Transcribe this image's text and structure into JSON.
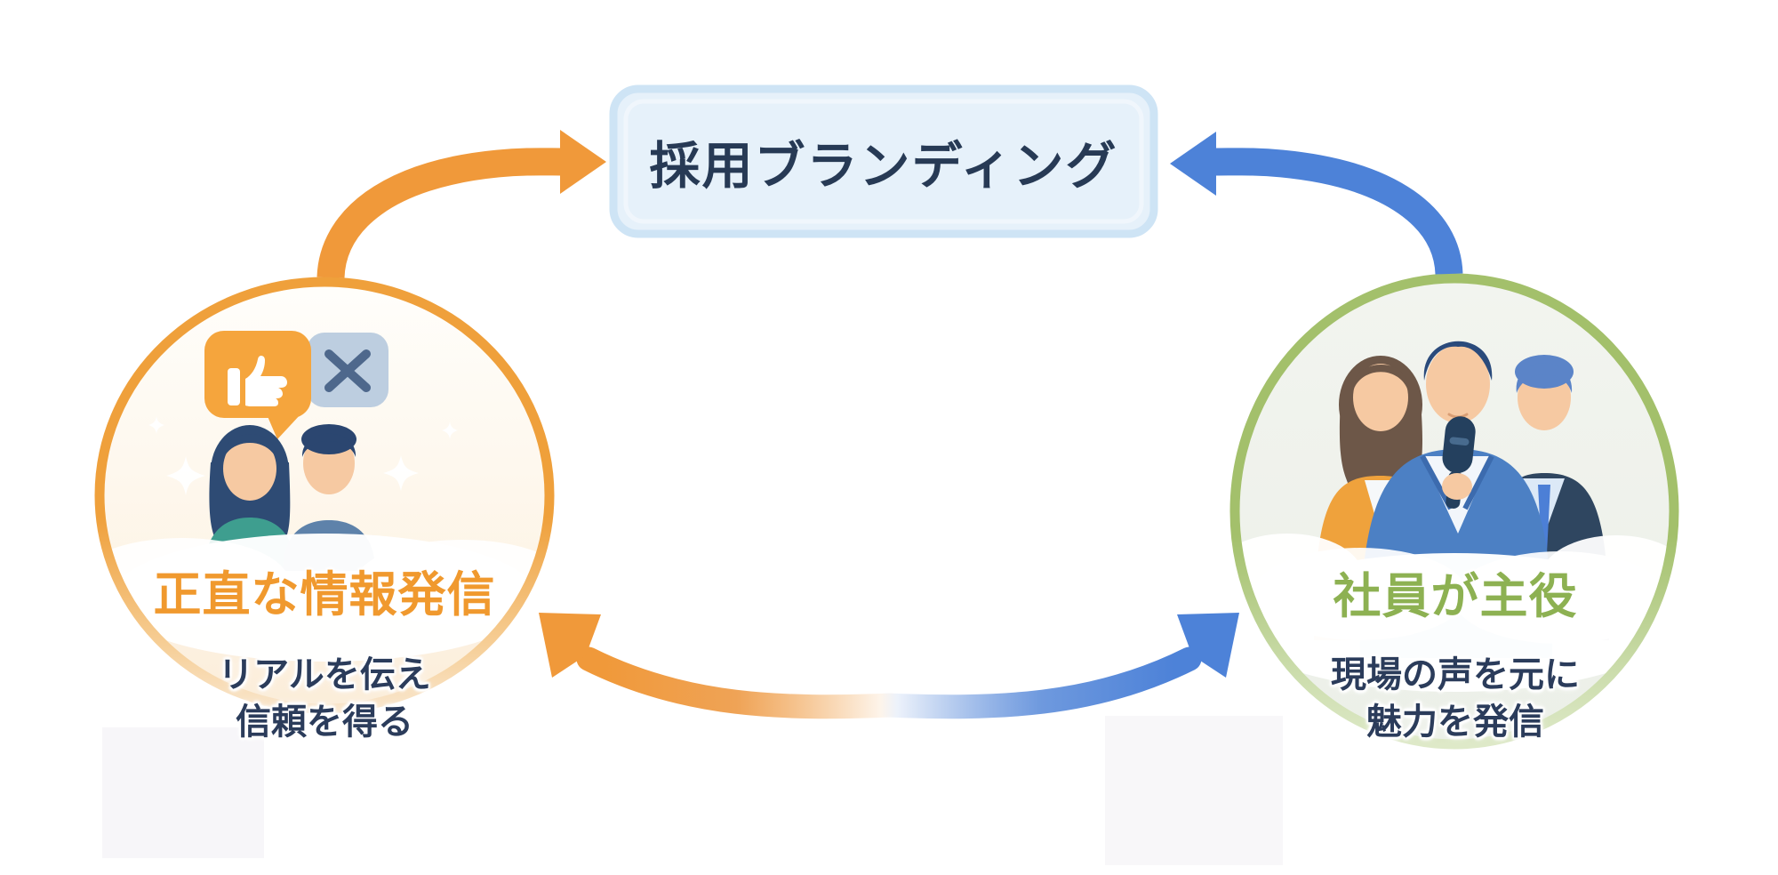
{
  "diagram": {
    "title_box": {
      "label": "採用ブランディング"
    },
    "left_node": {
      "title": "正直な情報発信",
      "subtitle_line1": "リアルを伝え",
      "subtitle_line2": "信頼を得る",
      "icons": [
        "thumbs-up-speech-bubble",
        "x-speech-bubble",
        "two-people",
        "sparkles"
      ]
    },
    "right_node": {
      "title": "社員が主役",
      "subtitle_line1": "現場の声を元に",
      "subtitle_line2": "魅力を発信",
      "icons": [
        "three-employees",
        "microphone"
      ]
    },
    "arrows": {
      "left_to_box_color": "#F0993A",
      "right_to_box_color": "#4D82D8",
      "bottom_left_color": "#F0993A",
      "bottom_right_color": "#4D82D8"
    },
    "colors": {
      "orange_accent": "#F0993A",
      "orange_title_text": "#F0992E",
      "blue_accent": "#4D82D8",
      "green_border": "#A3C06B",
      "green_title_text": "#8DB152",
      "navy_text": "#2B3C5B",
      "box_fill": "#E6F1FA",
      "box_border": "#CEE4F5",
      "left_circle_fill": "#FDF4E6",
      "right_circle_fill": "#F0F3EC"
    }
  }
}
